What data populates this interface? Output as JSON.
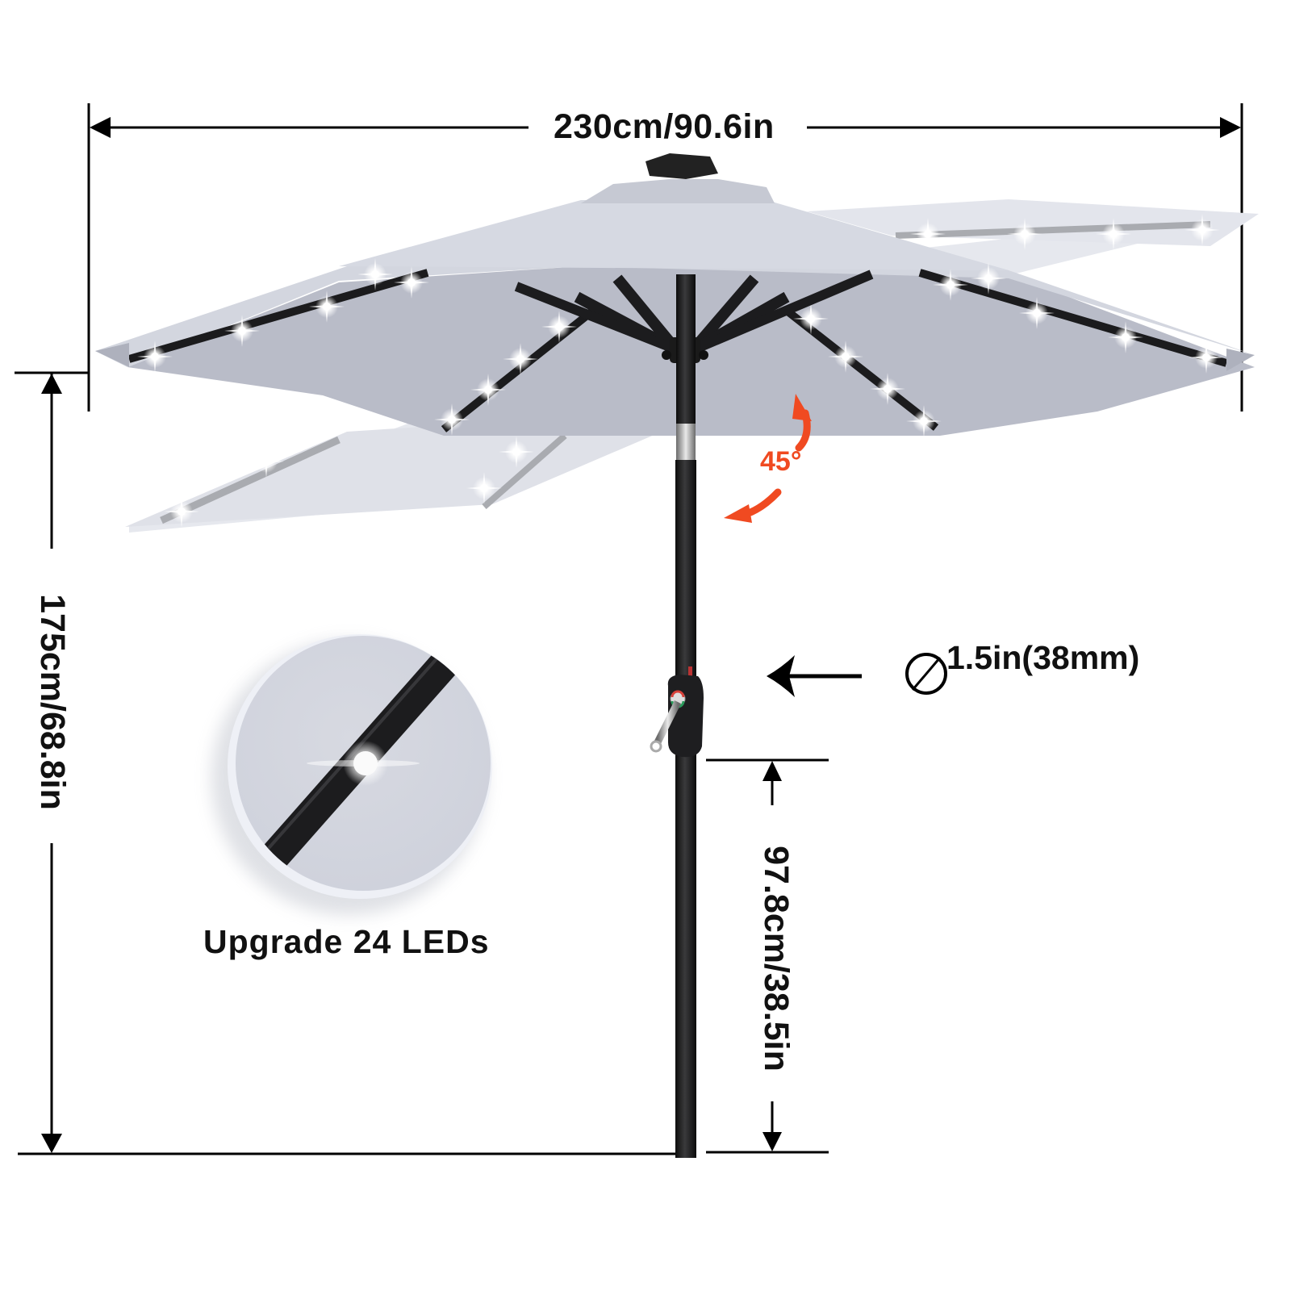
{
  "dimensions": {
    "canopy_width": "230cm/90.6in",
    "overall_height": "175cm/68.8in",
    "crank_height": "97.8cm/38.5in",
    "pole_diameter": "1.5in(38mm)",
    "tilt_angle": "45°"
  },
  "feature_callout": {
    "caption": "Upgrade 24 LEDs"
  },
  "icons": {
    "diameter": "diameter-symbol-icon",
    "tilt": "curved-double-arrow-icon",
    "pointer": "left-arrow-icon"
  },
  "colors": {
    "background": "#ffffff",
    "canopy_top": "#d3d6df",
    "canopy_underside": "#b9bcc8",
    "canopy_tilted": "#e3e5ec",
    "frame": "#1c1c1e",
    "accent_tilt": "#f04a21",
    "dimension_lines": "#000000"
  }
}
